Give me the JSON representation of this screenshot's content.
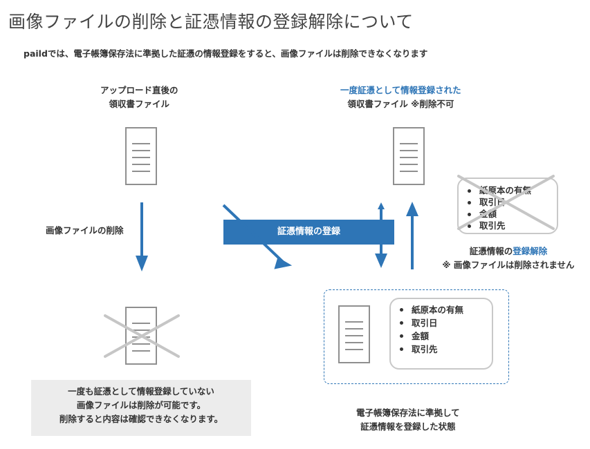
{
  "title": "画像ファイルの削除と証憑情報の登録解除について",
  "subtitle": "paildでは、電子帳簿保存法に準拠した証憑の情報登録をすると、画像ファイルは削除できなくなります",
  "left_doc_label": {
    "line1": "アップロード直後の",
    "line2": "領収書ファイル"
  },
  "right_doc_label": {
    "line1": "一度証憑として情報登録された",
    "line2": "領収書ファイル ※削除不可"
  },
  "delete_image_label": "画像ファイルの削除",
  "register_banner": "証憑情報の登録",
  "unregister_label": {
    "prefix": "証憑情報の",
    "highlight": "登録解除",
    "note": "※ 画像ファイルは削除されません"
  },
  "info_items": [
    "紙原本の有無",
    "取引日",
    "金額",
    "取引先"
  ],
  "note_box": {
    "line1": "一度も証憑として情報登録していない",
    "line2": "画像ファイルは削除が可能です。",
    "line3": "削除すると内容は確認できなくなります。"
  },
  "bottom_caption": {
    "line1": "電子帳簿保存法に準拠して",
    "line2": "証憑情報を登録した状態"
  },
  "colors": {
    "accent": "#2e75b6",
    "gray": "#8f8f8f",
    "cross": "#c6c6c6",
    "note_bg": "#ececec"
  }
}
